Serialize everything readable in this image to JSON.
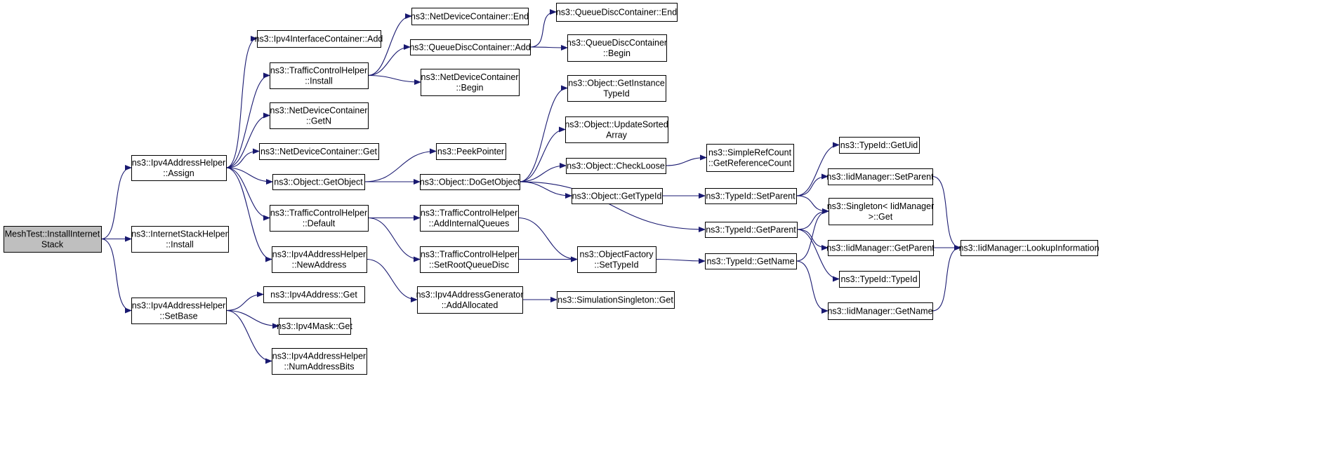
{
  "colors": {
    "edge": "#191970",
    "node_border": "#000000",
    "node_fill": "#ffffff",
    "root_fill": "#bfbfbf",
    "background": "#ffffff"
  },
  "nodes": [
    {
      "id": "root",
      "lines": [
        "MeshTest::InstallInternet",
        "Stack"
      ],
      "highlight": true
    },
    {
      "id": "ipv4ah_assign",
      "lines": [
        "ns3::Ipv4AddressHelper",
        "::Assign"
      ]
    },
    {
      "id": "ish_install",
      "lines": [
        "ns3::InternetStackHelper",
        "::Install"
      ]
    },
    {
      "id": "ipv4ah_setbase",
      "lines": [
        "ns3::Ipv4AddressHelper",
        "::SetBase"
      ]
    },
    {
      "id": "ipv4ic_add",
      "lines": [
        "ns3::Ipv4InterfaceContainer::Add"
      ]
    },
    {
      "id": "tch_install",
      "lines": [
        "ns3::TrafficControlHelper",
        "::Install"
      ]
    },
    {
      "id": "ndc_getn",
      "lines": [
        "ns3::NetDeviceContainer",
        "::GetN"
      ]
    },
    {
      "id": "ndc_get",
      "lines": [
        "ns3::NetDeviceContainer::Get"
      ]
    },
    {
      "id": "obj_getobject",
      "lines": [
        "ns3::Object::GetObject"
      ]
    },
    {
      "id": "tch_default",
      "lines": [
        "ns3::TrafficControlHelper",
        "::Default"
      ]
    },
    {
      "id": "ipv4ah_newaddress",
      "lines": [
        "ns3::Ipv4AddressHelper",
        "::NewAddress"
      ]
    },
    {
      "id": "ipv4addr_get",
      "lines": [
        "ns3::Ipv4Address::Get"
      ]
    },
    {
      "id": "ipv4mask_get",
      "lines": [
        "ns3::Ipv4Mask::Get"
      ]
    },
    {
      "id": "ipv4ah_numaddressbits",
      "lines": [
        "ns3::Ipv4AddressHelper",
        "::NumAddressBits"
      ]
    },
    {
      "id": "ndc_end",
      "lines": [
        "ns3::NetDeviceContainer::End"
      ]
    },
    {
      "id": "qdc_add",
      "lines": [
        "ns3::QueueDiscContainer::Add"
      ]
    },
    {
      "id": "ndc_begin",
      "lines": [
        "ns3::NetDeviceContainer",
        "::Begin"
      ]
    },
    {
      "id": "peekpointer",
      "lines": [
        "ns3::PeekPointer"
      ]
    },
    {
      "id": "obj_dogetobject",
      "lines": [
        "ns3::Object::DoGetObject"
      ]
    },
    {
      "id": "tch_addinternalqueues",
      "lines": [
        "ns3::TrafficControlHelper",
        "::AddInternalQueues"
      ]
    },
    {
      "id": "tch_setrootqueuedisc",
      "lines": [
        "ns3::TrafficControlHelper",
        "::SetRootQueueDisc"
      ]
    },
    {
      "id": "ipv4ag_addallocated",
      "lines": [
        "ns3::Ipv4AddressGenerator",
        "::AddAllocated"
      ]
    },
    {
      "id": "qdc_end",
      "lines": [
        "ns3::QueueDiscContainer::End"
      ]
    },
    {
      "id": "qdc_begin",
      "lines": [
        "ns3::QueueDiscContainer",
        "::Begin"
      ]
    },
    {
      "id": "obj_getinstancetypeid",
      "lines": [
        "ns3::Object::GetInstance",
        "TypeId"
      ]
    },
    {
      "id": "obj_updatesortedarray",
      "lines": [
        "ns3::Object::UpdateSorted",
        "Array"
      ]
    },
    {
      "id": "obj_checkloose",
      "lines": [
        "ns3::Object::CheckLoose"
      ]
    },
    {
      "id": "obj_gettypeid",
      "lines": [
        "ns3::Object::GetTypeId"
      ]
    },
    {
      "id": "objfactory_settypeid",
      "lines": [
        "ns3::ObjectFactory",
        "::SetTypeId"
      ]
    },
    {
      "id": "simsingleton_get",
      "lines": [
        "ns3::SimulationSingleton::Get"
      ]
    },
    {
      "id": "srefcount_getreferencecount",
      "lines": [
        "ns3::SimpleRefCount",
        "::GetReferenceCount"
      ]
    },
    {
      "id": "typeid_setparent",
      "lines": [
        "ns3::TypeId::SetParent"
      ]
    },
    {
      "id": "typeid_getparent",
      "lines": [
        "ns3::TypeId::GetParent"
      ]
    },
    {
      "id": "typeid_getname",
      "lines": [
        "ns3::TypeId::GetName"
      ]
    },
    {
      "id": "typeid_getuid",
      "lines": [
        "ns3::TypeId::GetUid"
      ]
    },
    {
      "id": "iidm_setparent",
      "lines": [
        "ns3::IidManager::SetParent"
      ]
    },
    {
      "id": "singleton_get",
      "lines": [
        "ns3::Singleton< IidManager",
        " >::Get"
      ]
    },
    {
      "id": "iidm_getparent",
      "lines": [
        "ns3::IidManager::GetParent"
      ]
    },
    {
      "id": "typeid_typeid",
      "lines": [
        "ns3::TypeId::TypeId"
      ]
    },
    {
      "id": "iidm_getname",
      "lines": [
        "ns3::IidManager::GetName"
      ]
    },
    {
      "id": "iidm_lookupinformation",
      "lines": [
        "ns3::IidManager::LookupInformation"
      ]
    }
  ],
  "edges": [
    [
      "root",
      "ipv4ah_assign"
    ],
    [
      "root",
      "ish_install"
    ],
    [
      "root",
      "ipv4ah_setbase"
    ],
    [
      "ipv4ah_assign",
      "ipv4ic_add"
    ],
    [
      "ipv4ah_assign",
      "tch_install"
    ],
    [
      "ipv4ah_assign",
      "ndc_getn"
    ],
    [
      "ipv4ah_assign",
      "ndc_get"
    ],
    [
      "ipv4ah_assign",
      "obj_getobject"
    ],
    [
      "ipv4ah_assign",
      "tch_default"
    ],
    [
      "ipv4ah_assign",
      "ipv4ah_newaddress"
    ],
    [
      "ipv4ah_setbase",
      "ipv4addr_get"
    ],
    [
      "ipv4ah_setbase",
      "ipv4mask_get"
    ],
    [
      "ipv4ah_setbase",
      "ipv4ah_numaddressbits"
    ],
    [
      "tch_install",
      "ndc_end"
    ],
    [
      "tch_install",
      "qdc_add"
    ],
    [
      "tch_install",
      "ndc_begin"
    ],
    [
      "obj_getobject",
      "peekpointer"
    ],
    [
      "obj_getobject",
      "obj_dogetobject"
    ],
    [
      "tch_default",
      "tch_addinternalqueues"
    ],
    [
      "tch_default",
      "tch_setrootqueuedisc"
    ],
    [
      "ipv4ah_newaddress",
      "ipv4ag_addallocated"
    ],
    [
      "qdc_add",
      "qdc_end"
    ],
    [
      "qdc_add",
      "qdc_begin"
    ],
    [
      "obj_dogetobject",
      "obj_getinstancetypeid"
    ],
    [
      "obj_dogetobject",
      "obj_updatesortedarray"
    ],
    [
      "obj_dogetobject",
      "obj_checkloose"
    ],
    [
      "obj_dogetobject",
      "obj_gettypeid"
    ],
    [
      "obj_dogetobject",
      "typeid_getparent"
    ],
    [
      "tch_addinternalqueues",
      "objfactory_settypeid"
    ],
    [
      "tch_setrootqueuedisc",
      "objfactory_settypeid"
    ],
    [
      "ipv4ag_addallocated",
      "simsingleton_get"
    ],
    [
      "obj_checkloose",
      "srefcount_getreferencecount"
    ],
    [
      "obj_gettypeid",
      "typeid_setparent"
    ],
    [
      "objfactory_settypeid",
      "typeid_getname"
    ],
    [
      "typeid_setparent",
      "typeid_getuid"
    ],
    [
      "typeid_setparent",
      "iidm_setparent"
    ],
    [
      "typeid_setparent",
      "singleton_get"
    ],
    [
      "typeid_getparent",
      "singleton_get"
    ],
    [
      "typeid_getparent",
      "iidm_getparent"
    ],
    [
      "typeid_getparent",
      "typeid_typeid"
    ],
    [
      "typeid_getname",
      "singleton_get"
    ],
    [
      "typeid_getname",
      "iidm_getname"
    ],
    [
      "iidm_setparent",
      "iidm_lookupinformation"
    ],
    [
      "iidm_getparent",
      "iidm_lookupinformation"
    ],
    [
      "iidm_getname",
      "iidm_lookupinformation"
    ]
  ]
}
